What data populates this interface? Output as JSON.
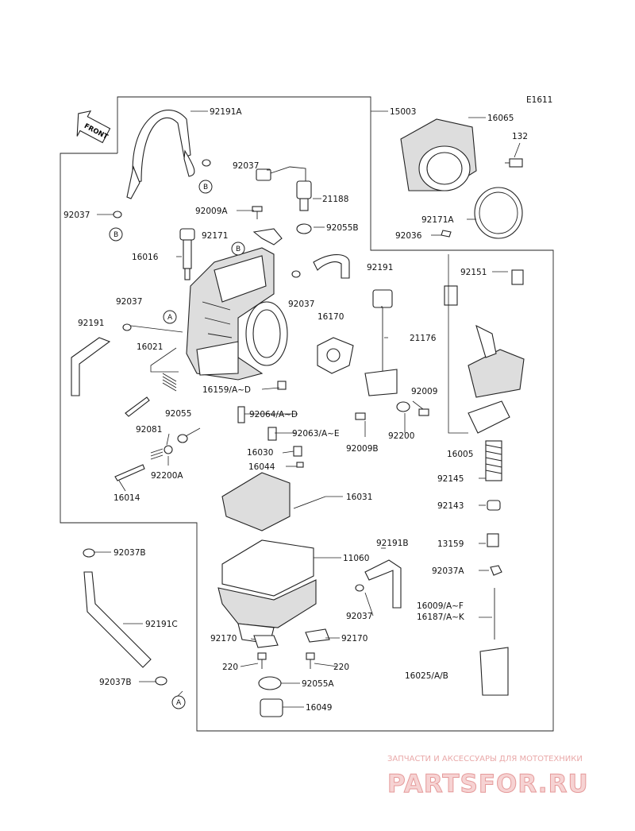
{
  "diagram_code": "E1611",
  "front_label": "FRONT",
  "part_labels": [
    "92191A",
    "15003",
    "16065",
    "132",
    "92037",
    "21188",
    "92037",
    "92009A",
    "92171",
    "92055B",
    "92171A",
    "92036",
    "16016",
    "92191",
    "92151",
    "92037",
    "92037",
    "92191",
    "16170",
    "21176",
    "16021",
    "16159/A~D",
    "92009",
    "92055",
    "92064/A~D",
    "92009B",
    "92200",
    "92081",
    "92063/A~E",
    "16005",
    "16030",
    "16044",
    "92200A",
    "92145",
    "16014",
    "16031",
    "92143",
    "92037B",
    "11060",
    "92191B",
    "13159",
    "92037A",
    "92191C",
    "92037",
    "16009/A~F",
    "16187/A~K",
    "92170",
    "92170",
    "220",
    "220",
    "92037B",
    "92055A",
    "16025/A/B",
    "16049"
  ],
  "ref_markers": [
    "B",
    "B",
    "B",
    "A",
    "A"
  ],
  "watermark": {
    "tagline": "ЗАПЧАСТИ И АКСЕССУАРЫ ДЛЯ МОТОТЕХНИКИ",
    "brand": "PARTSFOR.RU"
  }
}
